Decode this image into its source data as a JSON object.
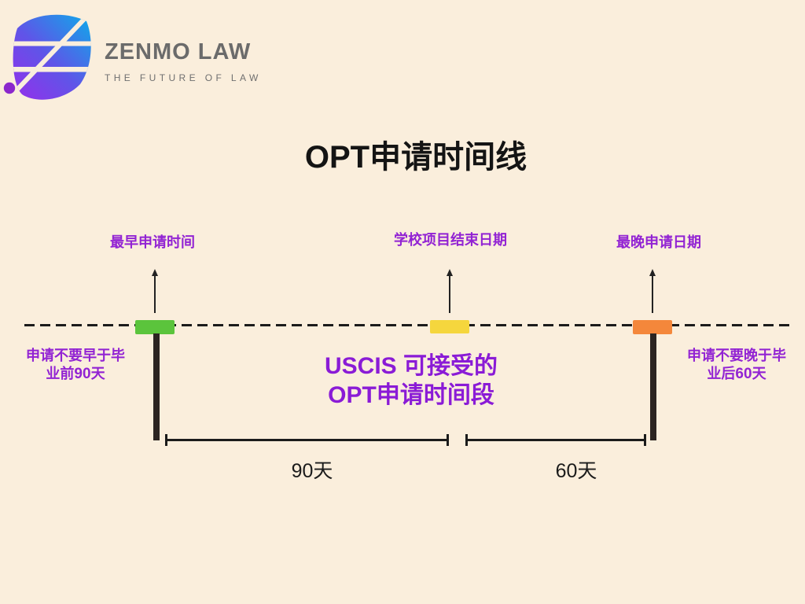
{
  "brand": {
    "name": "ZENMO LAW",
    "tagline": "THE FUTURE OF LAW",
    "logo": "zenmo-leaf-logo"
  },
  "title": "OPT申请时间线",
  "timeline": {
    "markers": [
      {
        "id": "earliest",
        "label": "最早申请时间",
        "color": "#5BC43C"
      },
      {
        "id": "program-end",
        "label": "学校项目结束日期",
        "color": "#F5D63D"
      },
      {
        "id": "latest",
        "label": "最晚申请日期",
        "color": "#F4873B"
      }
    ],
    "left_note": {
      "line1": "申请不要早于毕",
      "line2_prefix": "业前",
      "line2_number": "90",
      "line2_suffix": "天"
    },
    "right_note": {
      "line1": "申请不要晚于毕",
      "line2_prefix": "业后",
      "line2_number": "60",
      "line2_suffix": "天"
    },
    "center_label": {
      "line1": "USCIS 可接受的",
      "line2": "OPT申请时间段"
    },
    "durations": [
      {
        "label": "90天"
      },
      {
        "label": "60天"
      }
    ]
  },
  "colors": {
    "background": "#FAEEDC",
    "accent_purple_small": "#9223D3",
    "accent_purple_center": "#8A1BD6",
    "marker_green": "#5BC43C",
    "marker_yellow": "#F5D63D",
    "marker_orange": "#F4873B",
    "line_black": "#1B1B1B",
    "brand_gray": "#6B6B6B",
    "logo_gradient_start": "#9A2BEB",
    "logo_gradient_end": "#0FA9E9",
    "logo_dot": "#8B27CC"
  }
}
